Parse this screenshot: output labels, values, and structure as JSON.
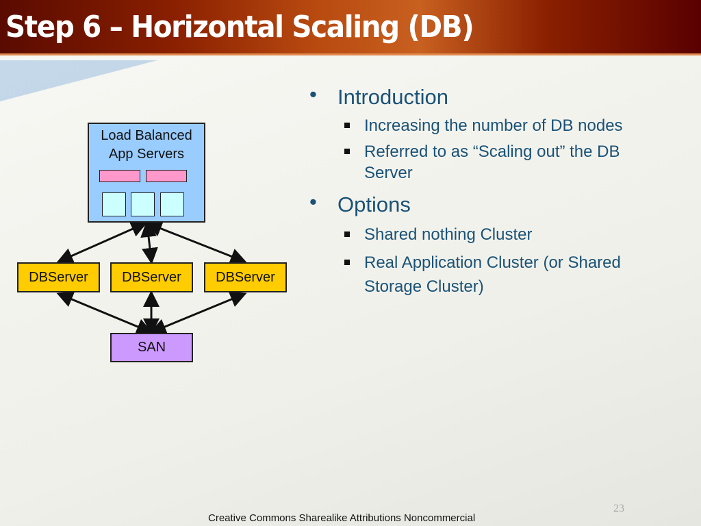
{
  "title": "Step 6 – Horizontal Scaling (DB)",
  "diagram": {
    "app_label_line1": "Load Balanced",
    "app_label_line2": "App Servers",
    "db_servers": [
      "DBServer",
      "DBServer",
      "DBServer"
    ],
    "san": "SAN"
  },
  "bullets": {
    "intro": "Introduction",
    "intro_items": [
      "Increasing the number of DB nodes",
      "Referred to as “Scaling out” the DB",
      "Server"
    ],
    "options": "Options",
    "options_items": [
      "Shared nothing Cluster",
      "Real Application Cluster (or Shared",
      "Storage Cluster)"
    ]
  },
  "footer": "Creative Commons Sharealike Attributions Noncommercial",
  "page_number": "23"
}
